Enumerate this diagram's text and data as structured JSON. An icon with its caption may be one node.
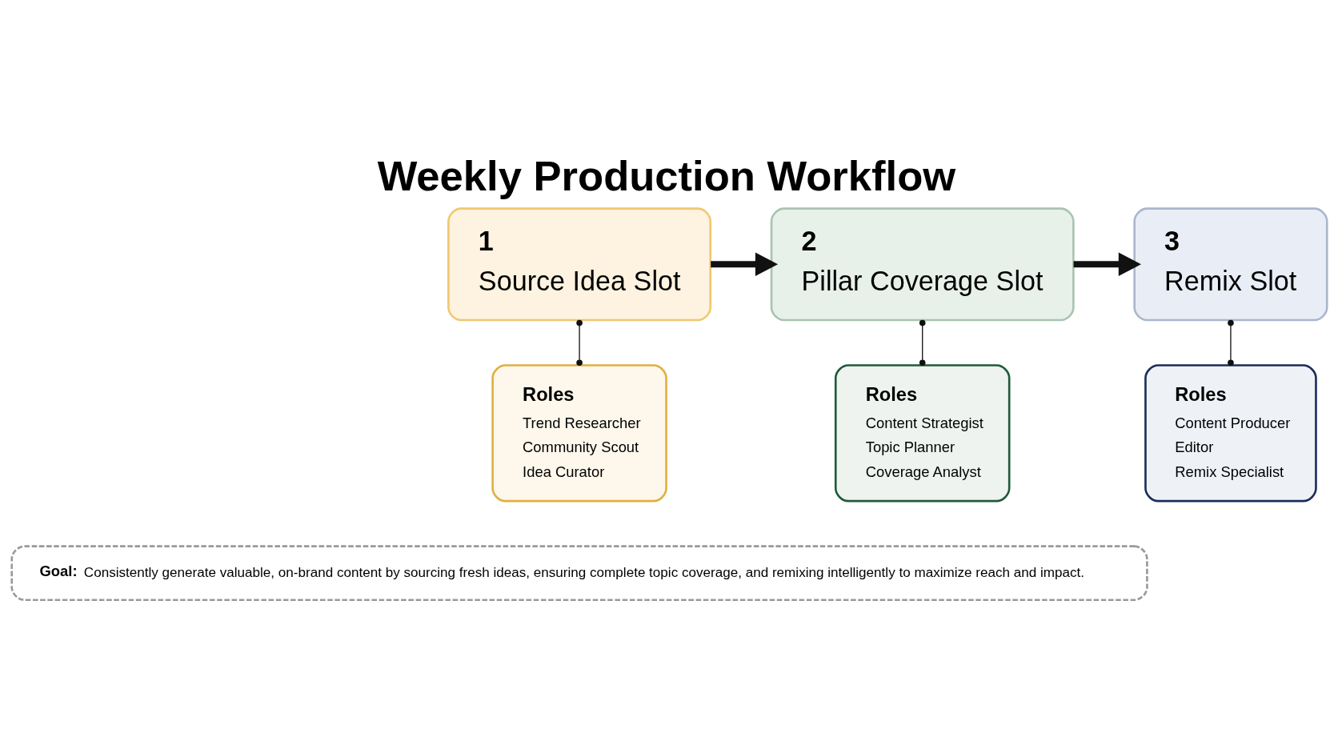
{
  "diagram": {
    "title": "Weekly Production Workflow",
    "nodes": [
      {
        "text": [
          "1",
          "Source Idea Slot"
        ]
      },
      {
        "text": [
          "Roles",
          "Trend Researcher",
          "Community Scout",
          "Idea Curator"
        ]
      },
      {
        "text": [
          "2",
          "Pillar Coverage Slot"
        ]
      },
      {
        "text": [
          "Roles",
          "Content Strategist",
          "Topic Planner",
          "Coverage Analyst"
        ]
      },
      {
        "text": [
          "3",
          "Remix Slot"
        ]
      },
      {
        "text": [
          "Roles",
          "Content Producer",
          "Editor",
          "Remix Specialist"
        ]
      },
      {
        "text": [
          "Goal:",
          "Consistently generate valuable, on-brand content by sourcing fresh ideas, ensuring complete topic coverage, and remixing intelligently to maximize reach and impact."
        ]
      }
    ],
    "edges": [
      {
        "from": 0,
        "to": 2,
        "arrow": "to",
        "style": "thick"
      },
      {
        "from": 2,
        "to": 4,
        "arrow": "to",
        "style": "thick"
      },
      {
        "from": 0,
        "to": 1,
        "arrow": "other"
      },
      {
        "from": 2,
        "to": 3,
        "arrow": "other"
      },
      {
        "from": 4,
        "to": 5,
        "arrow": "other"
      }
    ]
  }
}
